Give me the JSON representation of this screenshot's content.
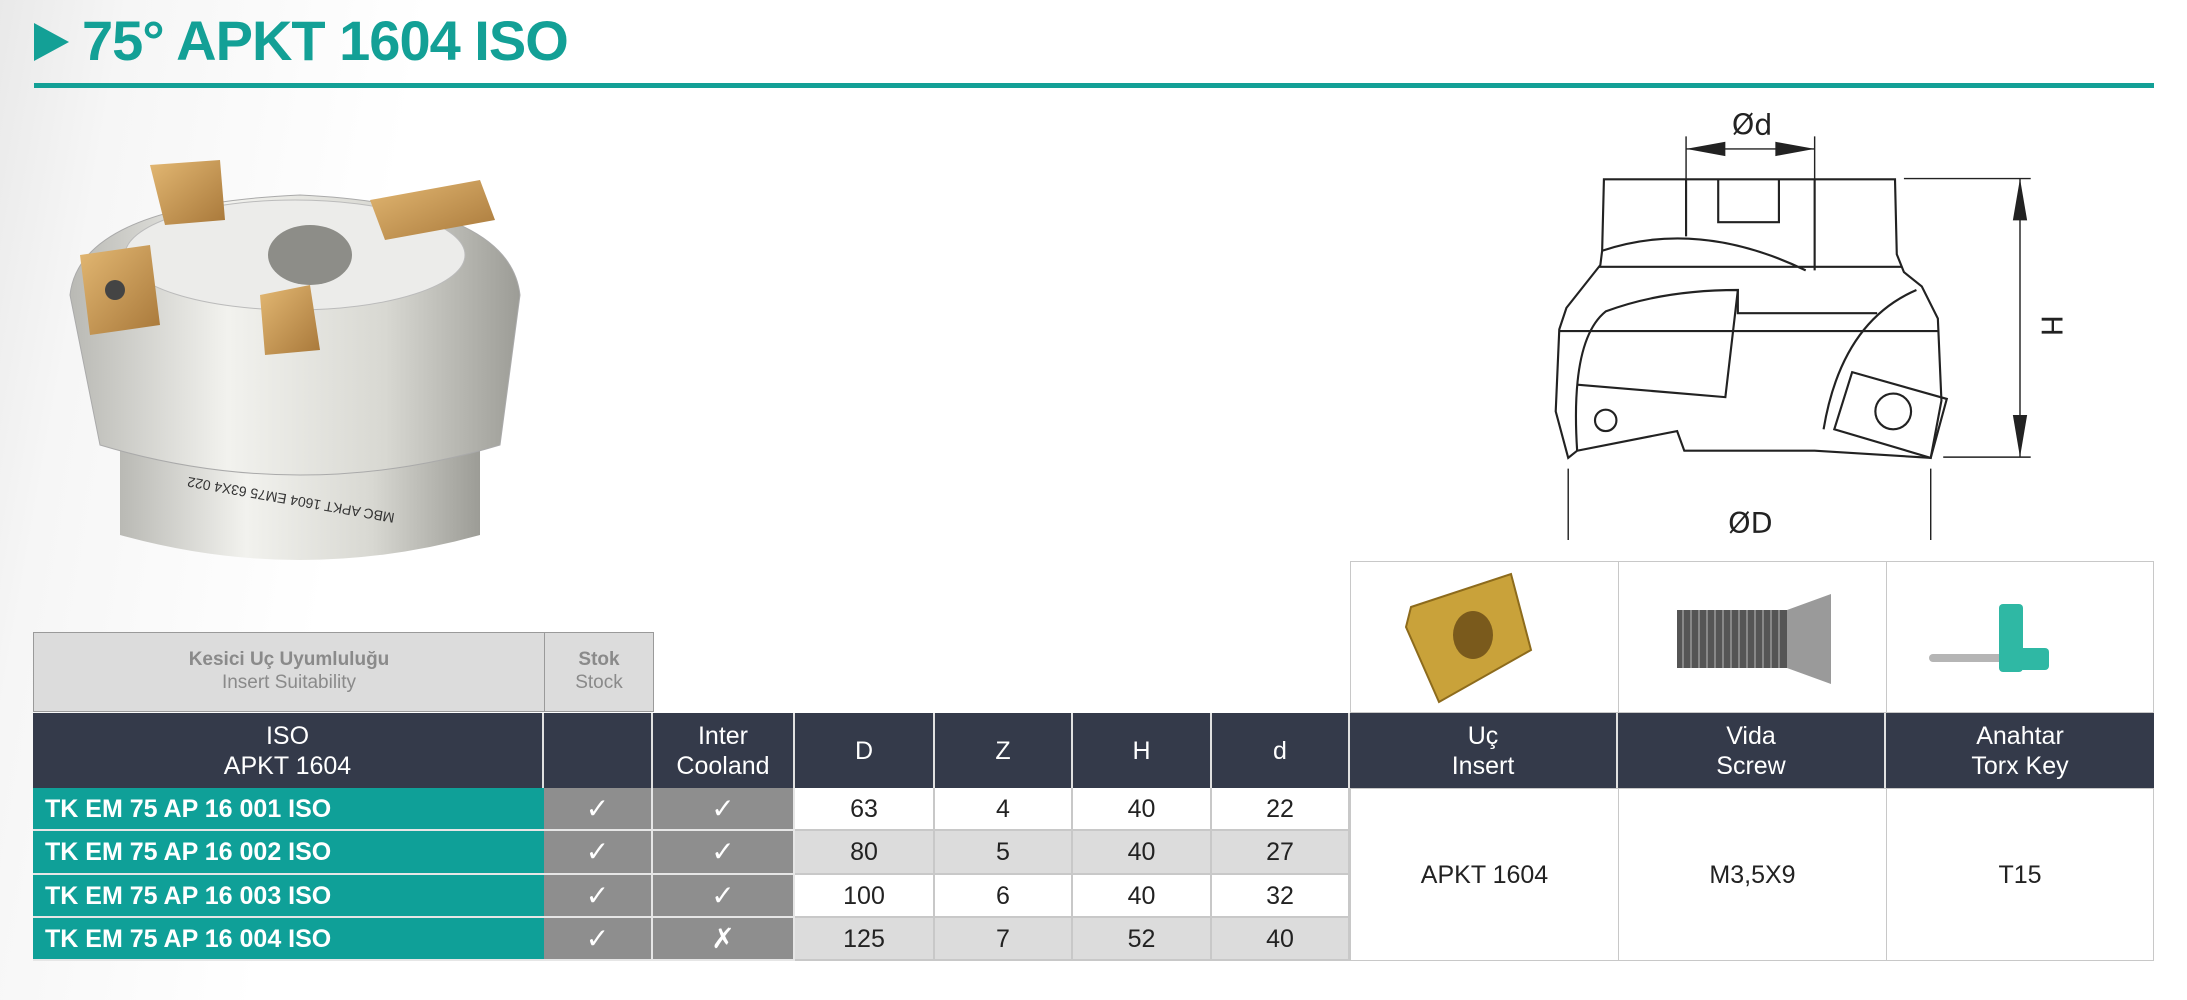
{
  "header": {
    "title": "75° APKT 1604 ISO",
    "accent_color": "#13a096"
  },
  "product_photo": {
    "engraving": [
      "MBC",
      "APKT 1604",
      "EM75 63X4 022"
    ]
  },
  "drawing": {
    "labels": {
      "bore": "Ød",
      "diameter": "ØD",
      "height": "H"
    }
  },
  "table": {
    "group_header": {
      "suitability_tr": "Kesici Uç Uyumluluğu",
      "suitability_en": "Insert Suitability",
      "stock_tr": "Stok",
      "stock_en": "Stock"
    },
    "columns": {
      "iso_1": "ISO",
      "iso_2": "APKT 1604",
      "stock": "",
      "cool_1": "Inter",
      "cool_2": "Cooland",
      "D": "D",
      "Z": "Z",
      "H": "H",
      "d": "d",
      "insert_1": "Uç",
      "insert_2": "Insert",
      "screw_1": "Vida",
      "screw_2": "Screw",
      "key_1": "Anahtar",
      "key_2": "Torx Key"
    },
    "rows": [
      {
        "code": "TK EM 75 AP 16 001 ISO",
        "stock": "✓",
        "coolant": "✓",
        "D": "63",
        "Z": "4",
        "H": "40",
        "d": "22"
      },
      {
        "code": "TK EM 75 AP 16 002 ISO",
        "stock": "✓",
        "coolant": "✓",
        "D": "80",
        "Z": "5",
        "H": "40",
        "d": "27"
      },
      {
        "code": "TK EM 75 AP 16 003 ISO",
        "stock": "✓",
        "coolant": "✓",
        "D": "100",
        "Z": "6",
        "H": "40",
        "d": "32"
      },
      {
        "code": "TK EM 75 AP 16 004 ISO",
        "stock": "✓",
        "coolant": "✗",
        "D": "125",
        "Z": "7",
        "H": "52",
        "d": "40"
      }
    ],
    "accessories": {
      "insert": "APKT 1604",
      "screw": "M3,5X9",
      "key": "T15"
    }
  },
  "colors": {
    "teal": "#0fa098",
    "dark_header": "#343a4a",
    "gray_check": "#8e8e8e",
    "alt_row": "#dcdcdc"
  }
}
